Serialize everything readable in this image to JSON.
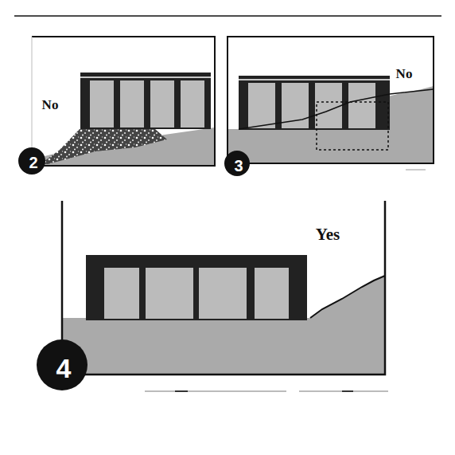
{
  "diagram": {
    "labels": [
      "No",
      "2",
      "No",
      "3",
      "Yes",
      "4"
    ]
  }
}
